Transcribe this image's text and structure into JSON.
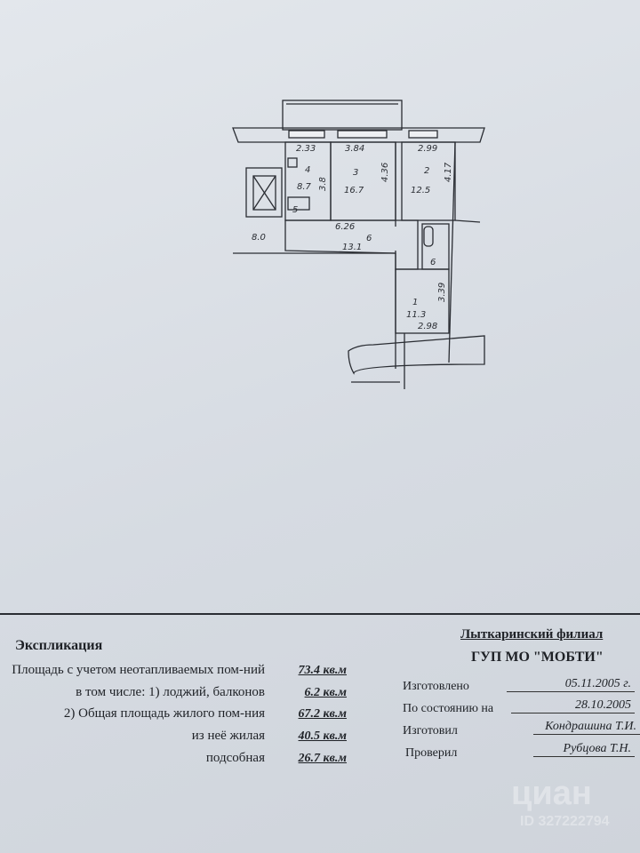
{
  "plan": {
    "dims": {
      "d1": "2.33",
      "d2": "3.84",
      "d3": "2.99",
      "d4": "4.36",
      "d5": "4.17",
      "d6": "3.8",
      "d7": "6.26",
      "d8": "3.39",
      "d9": "2.98",
      "d10": "8.0"
    },
    "rooms": [
      {
        "num": "1",
        "area": "11.3"
      },
      {
        "num": "2",
        "area": "12.5"
      },
      {
        "num": "3",
        "area": "16.7"
      },
      {
        "num": "4",
        "area": "8.7"
      },
      {
        "num": "5"
      },
      {
        "num": "6",
        "area": "13.1"
      },
      {
        "num": "6"
      }
    ]
  },
  "explication": {
    "title": "Экспликация",
    "rows": [
      {
        "label": "Площадь с учетом неотапливаемых пом-ний",
        "value": "73.4 кв.м"
      },
      {
        "label": "в том числе: 1) лоджий, балконов",
        "value": "6.2 кв.м"
      },
      {
        "label": "2) Общая площадь жилого пом-ния",
        "value": "67.2 кв.м"
      },
      {
        "label": "из неё жилая",
        "value": "40.5 кв.м"
      },
      {
        "label": "подсобная",
        "value": "26.7 кв.м"
      }
    ]
  },
  "org": {
    "branch": "Лыткаринский филиал",
    "name": "ГУП МО \"МОБТИ\"",
    "made_label": "Изготовлено",
    "made_value": "05.11.2005 г.",
    "state_label": "По состоянию на",
    "state_value": "28.10.2005",
    "maker_label": "Изготовил",
    "maker_value": "Кондрашина Т.И.",
    "checker_label": "Проверил",
    "checker_value": "Рубцова Т.Н."
  },
  "watermark": {
    "brand": "циан",
    "id": "ID 327222794"
  }
}
